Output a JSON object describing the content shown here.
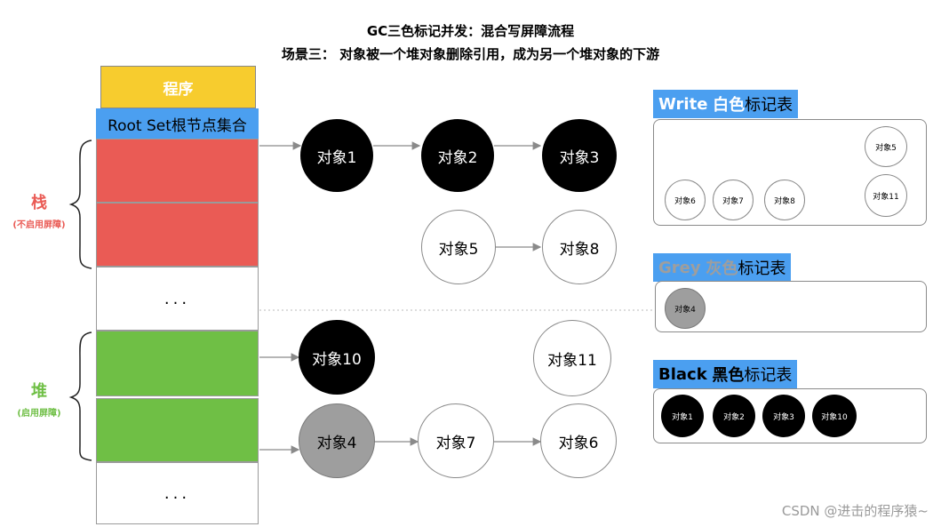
{
  "title": {
    "line1": "GC三色标记并发：混合写屏障流程",
    "line2": "场景三： 对象被一个堆对象删除引用，成为另一个堆对象的下游"
  },
  "program": {
    "label": "程序"
  },
  "root_set": {
    "label": "Root Set根节点集合"
  },
  "stack": {
    "label": "栈",
    "sub": "(不启用屏障)"
  },
  "heap": {
    "label": "堆",
    "sub": "(启用屏障)"
  },
  "ellipsis": "...",
  "nodes": {
    "obj1": "对象1",
    "obj2": "对象2",
    "obj3": "对象3",
    "obj5": "对象5",
    "obj8": "对象8",
    "obj10": "对象10",
    "obj11": "对象11",
    "obj4": "对象4",
    "obj7": "对象7",
    "obj6": "对象6"
  },
  "white_table": {
    "head_en": "Write",
    "head_color": "白色",
    "head_suffix": "标记表",
    "items": [
      "对象5",
      "对象6",
      "对象7",
      "对象8",
      "对象11"
    ]
  },
  "grey_table": {
    "head_en": "Grey",
    "head_color": "灰色",
    "head_suffix": "标记表",
    "items": [
      "对象4"
    ]
  },
  "black_table": {
    "head_en": "Black",
    "head_color": "黑色",
    "head_suffix": "标记表",
    "items": [
      "对象1",
      "对象2",
      "对象3",
      "对象10"
    ]
  },
  "watermark": "CSDN @进击的程序猿~",
  "colors": {
    "program": "#f7cc2e",
    "root_set": "#4b9ff0",
    "stack_cell": "#ea5b55",
    "heap_cell": "#6fbf45",
    "stack_label": "#ea5b55",
    "heap_label": "#6fbf45",
    "grey_node": "#9e9e9e"
  }
}
